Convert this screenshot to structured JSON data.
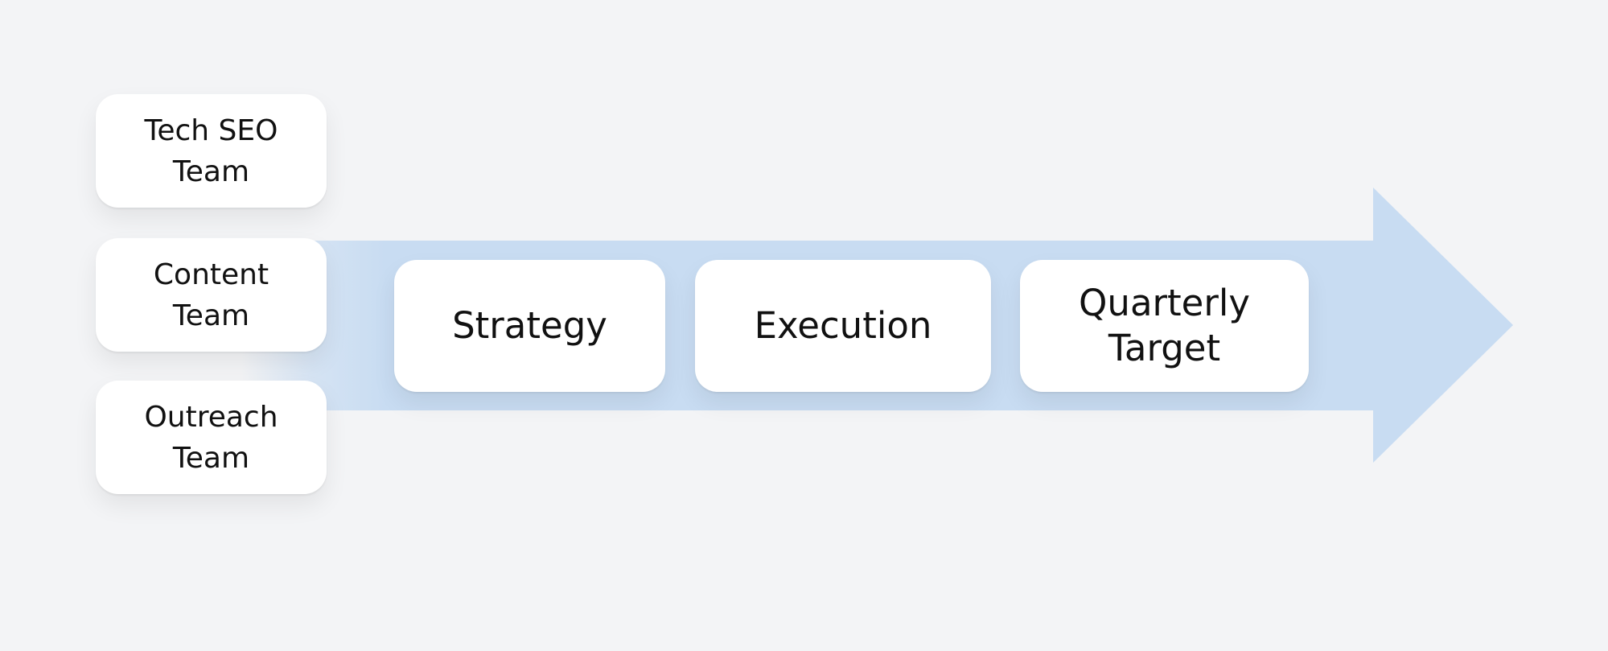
{
  "diagram": {
    "type": "process-arrow",
    "colors": {
      "background": "#f3f4f6",
      "arrow": "#c8dcf2",
      "box": "#ffffff",
      "text": "#111111"
    },
    "teams": [
      {
        "label": "Tech SEO\nTeam"
      },
      {
        "label": "Content\nTeam"
      },
      {
        "label": "Outreach\nTeam"
      }
    ],
    "steps": [
      {
        "label": "Strategy"
      },
      {
        "label": "Execution"
      },
      {
        "label": "Quarterly\nTarget"
      }
    ]
  }
}
